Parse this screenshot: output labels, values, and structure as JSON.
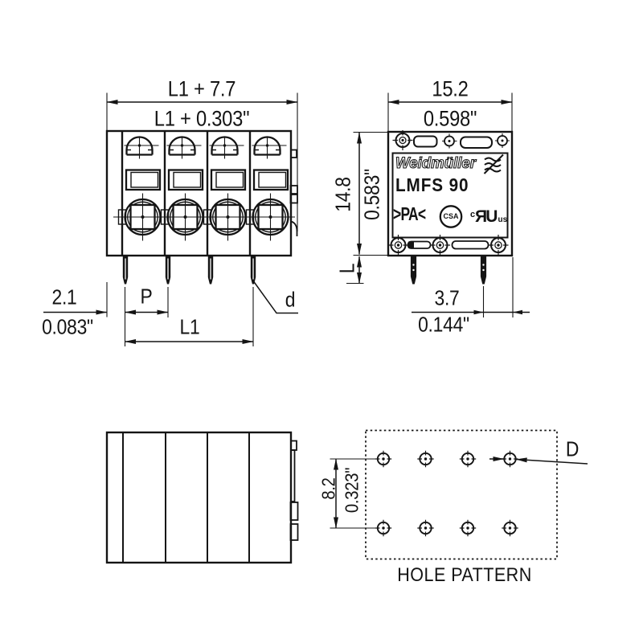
{
  "front_view": {
    "dim_width_mm": "L1 + 7.7",
    "dim_width_in": "L1 + 0.303\"",
    "dim_offset_mm": "2.1",
    "dim_offset_in": "0.083\"",
    "pitch_label": "P",
    "length_label": "L1",
    "pin_label": "d",
    "poles": 4
  },
  "side_view": {
    "dim_width_mm": "15.2",
    "dim_width_in": "0.598\"",
    "dim_height_mm": "14.8",
    "dim_height_in": "0.583\"",
    "pin_length_label": "L",
    "dim_pin_edge_mm": "3.7",
    "dim_pin_edge_in": "0.144\"",
    "label": {
      "brand": "Weidmüller",
      "product": "LMFS 90",
      "material": ">PA<",
      "csa": "CSA",
      "ul_c": "c",
      "ul_r": "R",
      "ul_u": "U",
      "ul_us": "us"
    }
  },
  "hole_pattern": {
    "caption": "HOLE PATTERN",
    "dim_spacing_mm": "8.2",
    "dim_spacing_in": "0.323\"",
    "diameter_label": "D",
    "rows": 2,
    "columns": 4
  },
  "colors": {
    "line": "#141414",
    "background": "#ffffff"
  }
}
